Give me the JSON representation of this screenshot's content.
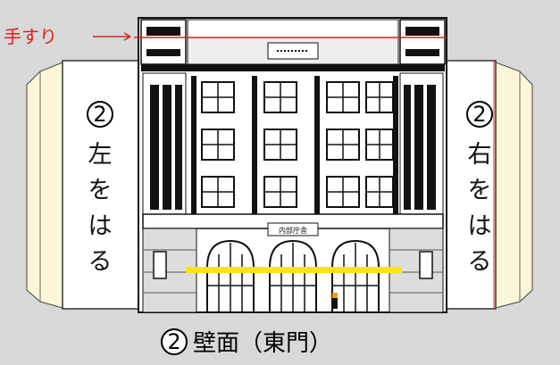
{
  "handrail_label": "手すり",
  "left_panel": {
    "number": "2",
    "line1": "左",
    "line2_chars": [
      "を",
      "は",
      "る"
    ]
  },
  "right_panel": {
    "number": "2",
    "line1": "右",
    "line2_chars": [
      "を",
      "は",
      "る"
    ]
  },
  "caption": {
    "number": "2",
    "text": "壁面（東門）"
  },
  "building_sign": "内部庁舎",
  "colors": {
    "background": "#d8d8d8",
    "handrail_line": "#e02020",
    "yellow_bar": "#ffe600",
    "side_tab": "#fdf6d8",
    "panel": "#ffffff"
  }
}
